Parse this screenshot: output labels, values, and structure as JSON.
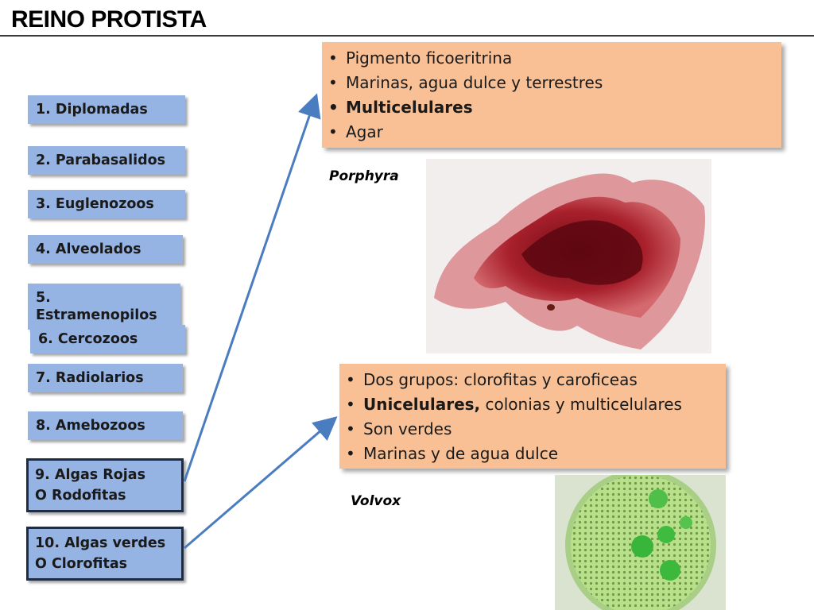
{
  "title": "REINO PROTISTA",
  "groups": [
    {
      "label": "1. Diplomadas"
    },
    {
      "label": "2. Parabasalidos"
    },
    {
      "label": "3. Euglenozoos"
    },
    {
      "label": "4. Alveolados"
    },
    {
      "label": "5. Estramenopilos"
    },
    {
      "label": "6. Cercozoos"
    },
    {
      "label": "7. Radiolarios"
    },
    {
      "label": "8. Amebozoos"
    },
    {
      "line1": "9. Algas Rojas",
      "line2": "O Rodofitas"
    },
    {
      "line1": "10. Algas verdes",
      "line2": "O Clorofitas"
    }
  ],
  "red_algae": {
    "bullets": [
      "Pigmento ficoeritrina",
      "Marinas, agua dulce y terrestres",
      "Multicelulares",
      "Agar"
    ],
    "caption": "Porphyra"
  },
  "green_algae": {
    "bullet1": "Dos grupos: clorofitas y caroficeas",
    "bullet2_bold": "Unicelulares,",
    "bullet2_rest": " colonias y multicelulares",
    "bullet3": "Son verdes",
    "bullet4": "Marinas y de agua dulce",
    "caption": "Volvox"
  },
  "colors": {
    "tile": "#95b3e3",
    "box": "#f8c094",
    "arrow": "#4a7cc0"
  }
}
